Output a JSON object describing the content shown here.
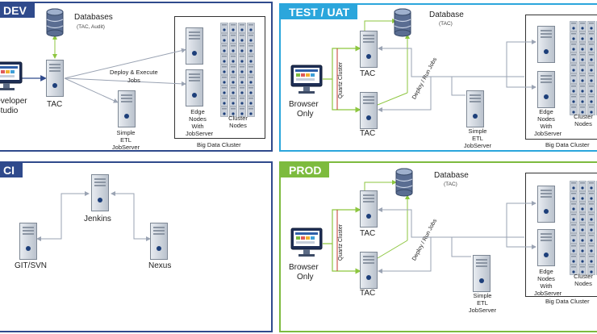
{
  "colors": {
    "dev": "#2f4a8c",
    "test": "#2ba6dc",
    "ci": "#2f4a8c",
    "prod": "#7dbb3e",
    "line": "#9aa3b3",
    "green": "#8dc63f",
    "red": "#c0392b"
  },
  "dev": {
    "title": "DEV",
    "db_label": "Databases",
    "db_sub": "(TAC, Audit)",
    "developer_label_1": "Developer",
    "developer_label_2": "Studio",
    "tac_label": "TAC",
    "deploy_label_1": "Deploy & Execute",
    "deploy_label_2": "Jobs",
    "etl_label": [
      "Simple",
      "ETL",
      "JobServer"
    ],
    "edge_label": [
      "Edge",
      "Nodes",
      "With",
      "JobServer"
    ],
    "cluster_label": [
      "Cluster",
      "Nodes"
    ],
    "bdc_label": "Big Data Cluster"
  },
  "test": {
    "title": "TEST / UAT",
    "db_label": "Database",
    "db_sub": "(TAC)",
    "browser_label": [
      "Browser",
      "Only"
    ],
    "tac_top": "TAC",
    "tac_bottom": "TAC",
    "quartz": "Quartz Cluster",
    "deploy": "Deploy / Run Jobs",
    "etl_label": [
      "Simple",
      "ETL",
      "JobServer"
    ],
    "edge_label": [
      "Edge",
      "Nodes",
      "With",
      "JobServer"
    ],
    "cluster_label": [
      "Cluster",
      "Nodes"
    ],
    "bdc_label": "Big Data Cluster"
  },
  "ci": {
    "title": "CI",
    "jenkins": "Jenkins",
    "git": "GIT/SVN",
    "nexus": "Nexus"
  },
  "prod": {
    "title": "PROD",
    "db_label": "Database",
    "db_sub": "(TAC)",
    "browser_label": [
      "Browser",
      "Only"
    ],
    "tac_top": "TAC",
    "tac_bottom": "TAC",
    "quartz": "Quartz Cluster",
    "deploy": "Deploy / Run Jobs",
    "etl_label": [
      "Simple",
      "ETL",
      "JobServer"
    ],
    "edge_label": [
      "Edge",
      "Nodes",
      "With",
      "JobServer"
    ],
    "cluster_label": [
      "Cluster",
      "Nodes"
    ],
    "bdc_label": "Big Data Cluster"
  }
}
